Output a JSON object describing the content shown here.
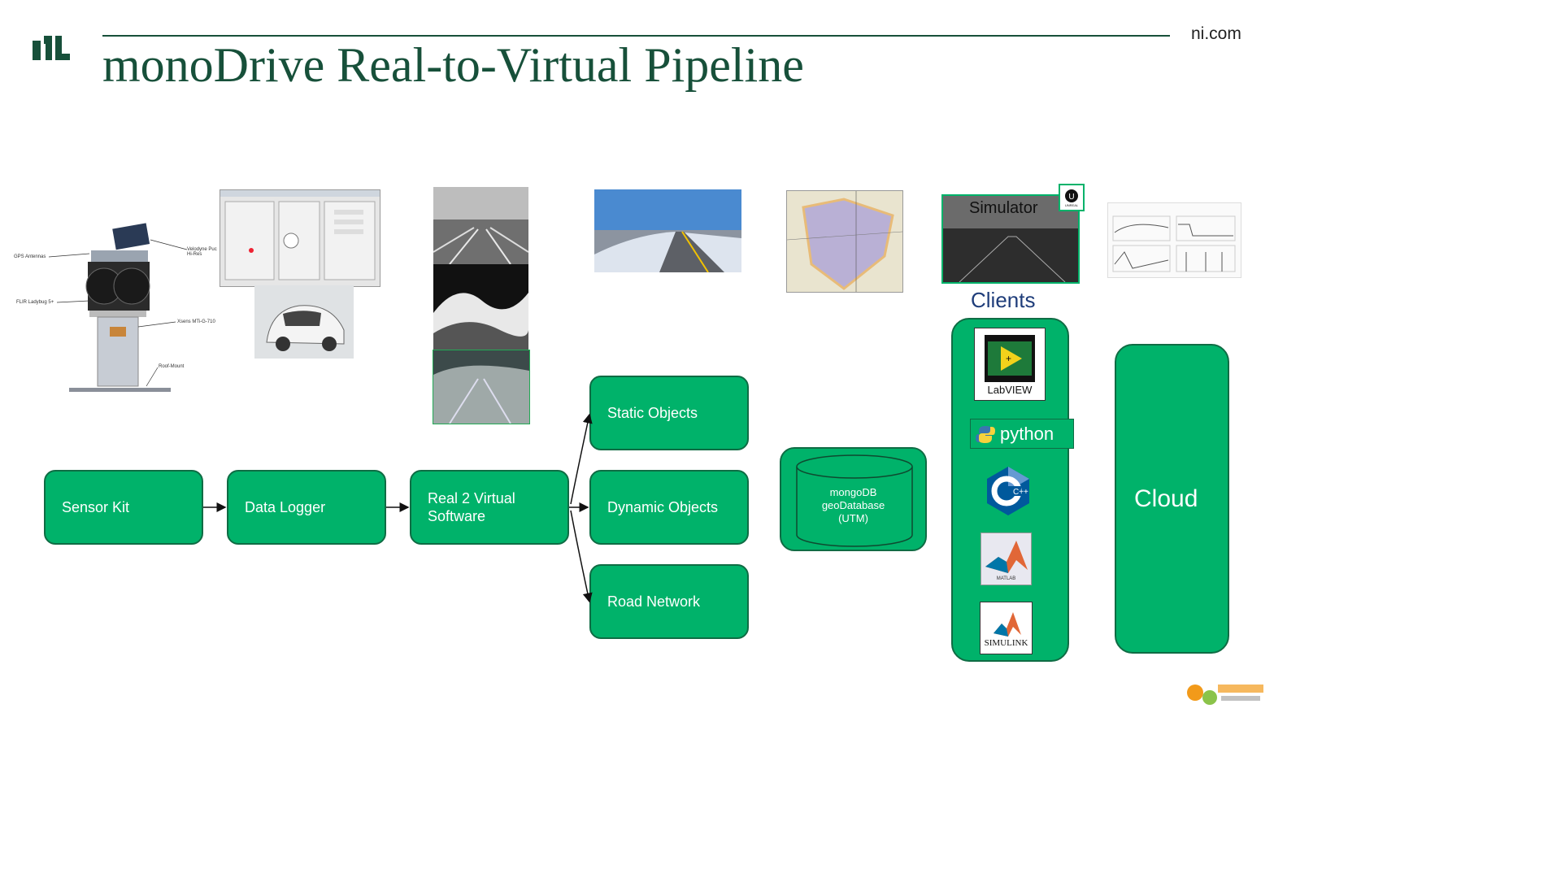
{
  "header": {
    "title": "monoDrive Real-to-Virtual Pipeline",
    "site": "ni.com"
  },
  "sensor_labels": {
    "gps": "GPS Antennas",
    "velodyne": "Velodyne Puc\nHi-Res",
    "flir": "FLIR Ladybug 5+",
    "xsens": "Xsens MTi-G-710",
    "mount": "Roof-Mount"
  },
  "pipeline": {
    "sensor_kit": "Sensor Kit",
    "data_logger": "Data Logger",
    "real2virtual": "Real 2 Virtual\nSoftware",
    "static_objects": "Static Objects",
    "dynamic_objects": "Dynamic Objects",
    "road_network": "Road Network",
    "database": "mongoDB\ngeoDatabase\n(UTM)",
    "cloud": "Cloud"
  },
  "simulator": {
    "label": "Simulator",
    "badge": "UNREAL"
  },
  "clients": {
    "heading": "Clients",
    "labview": "LabVIEW",
    "python": "python",
    "cpp": "C++",
    "matlab": "MATLAB",
    "simulink": "SIMULINK"
  },
  "colors": {
    "green_fill": "#00b26a",
    "green_border": "#0f6c44",
    "title": "#17503a",
    "clients_text": "#1f3d7a"
  }
}
